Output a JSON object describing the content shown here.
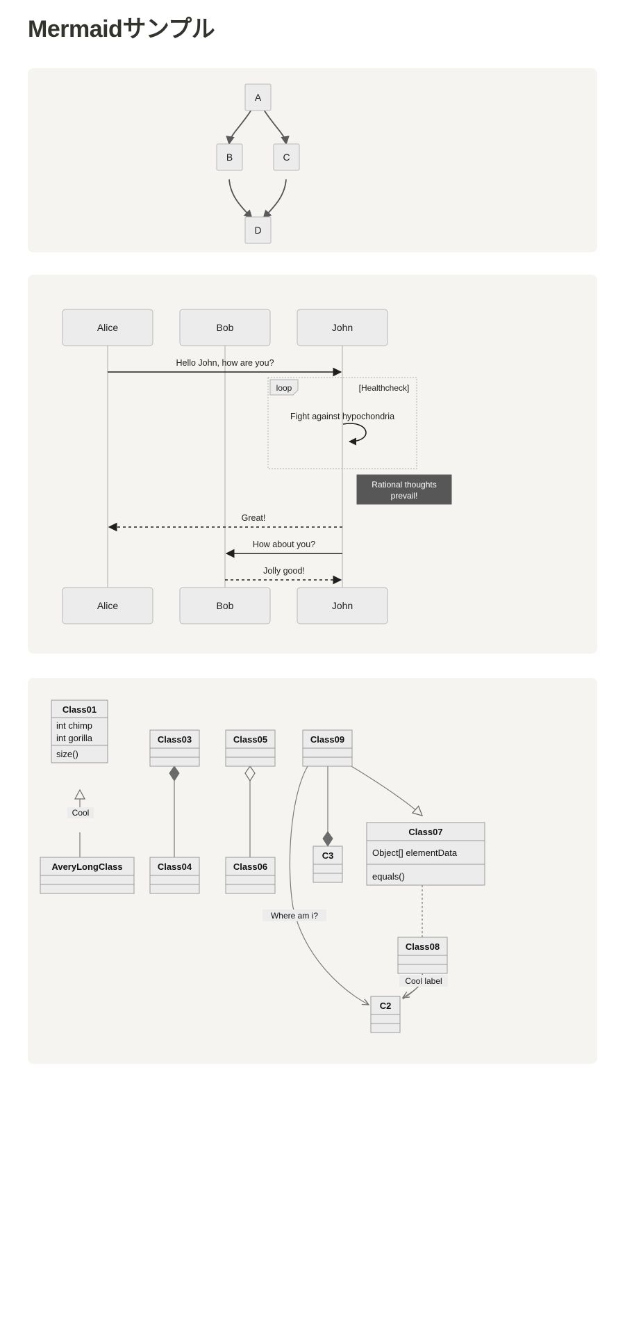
{
  "page": {
    "title": "Mermaidサンプル",
    "background": "#ffffff",
    "panel_background": "#f5f4f0",
    "node_fill": "#ececec",
    "node_stroke": "#b8b8b8",
    "edge_color": "#555555",
    "note_fill": "#575757",
    "note_text_color": "#ffffff"
  },
  "flowchart": {
    "type": "flowchart",
    "direction": "TB",
    "nodes": [
      {
        "id": "A",
        "label": "A"
      },
      {
        "id": "B",
        "label": "B"
      },
      {
        "id": "C",
        "label": "C"
      },
      {
        "id": "D",
        "label": "D"
      }
    ],
    "edges": [
      {
        "from": "A",
        "to": "B",
        "label": ""
      },
      {
        "from": "A",
        "to": "C",
        "label": ""
      },
      {
        "from": "B",
        "to": "D",
        "label": ""
      },
      {
        "from": "C",
        "to": "D",
        "label": ""
      }
    ]
  },
  "sequence": {
    "type": "sequence",
    "actors": [
      {
        "id": "alice",
        "label": "Alice"
      },
      {
        "id": "bob",
        "label": "Bob"
      },
      {
        "id": "john",
        "label": "John"
      }
    ],
    "messages": [
      {
        "from": "alice",
        "to": "john",
        "text": "Hello John, how are you?",
        "style": "solid",
        "direction": "right"
      },
      {
        "from": "john",
        "to": "john",
        "text": "Fight against hypochondria",
        "style": "self",
        "direction": "self"
      },
      {
        "from": "john",
        "to": "alice",
        "text": "Great!",
        "style": "dashed",
        "direction": "left"
      },
      {
        "from": "john",
        "to": "bob",
        "text": "How about you?",
        "style": "solid",
        "direction": "left"
      },
      {
        "from": "bob",
        "to": "john",
        "text": "Jolly good!",
        "style": "dashed",
        "direction": "right"
      }
    ],
    "loop": {
      "keyword": "loop",
      "condition": "[Healthcheck]"
    },
    "note": {
      "line1": "Rational thoughts",
      "line2": "prevail!"
    }
  },
  "classdiagram": {
    "type": "class",
    "classes": [
      {
        "id": "class01",
        "name": "Class01",
        "attributes": [
          "int chimp",
          "int gorilla"
        ],
        "methods": [
          "size()"
        ]
      },
      {
        "id": "averylongclass",
        "name": "AveryLongClass",
        "attributes": [],
        "methods": []
      },
      {
        "id": "class03",
        "name": "Class03",
        "attributes": [],
        "methods": []
      },
      {
        "id": "class04",
        "name": "Class04",
        "attributes": [],
        "methods": []
      },
      {
        "id": "class05",
        "name": "Class05",
        "attributes": [],
        "methods": []
      },
      {
        "id": "class06",
        "name": "Class06",
        "attributes": [],
        "methods": []
      },
      {
        "id": "class09",
        "name": "Class09",
        "attributes": [],
        "methods": []
      },
      {
        "id": "c3",
        "name": "C3",
        "attributes": [],
        "methods": []
      },
      {
        "id": "class07",
        "name": "Class07",
        "attributes": [
          "Object[] elementData"
        ],
        "methods": [
          "equals()"
        ]
      },
      {
        "id": "class08",
        "name": "Class08",
        "attributes": [],
        "methods": []
      },
      {
        "id": "c2",
        "name": "C2",
        "attributes": [],
        "methods": []
      }
    ],
    "relations": [
      {
        "from": "averylongclass",
        "to": "class01",
        "type": "inheritance",
        "label": "Cool"
      },
      {
        "from": "class04",
        "to": "class03",
        "type": "composition",
        "label": ""
      },
      {
        "from": "class06",
        "to": "class05",
        "type": "aggregation",
        "label": ""
      },
      {
        "from": "class09",
        "to": "c2",
        "type": "association",
        "label": "Where am i?"
      },
      {
        "from": "class09",
        "to": "c3",
        "type": "composition",
        "label": ""
      },
      {
        "from": "class09",
        "to": "class07",
        "type": "inheritance",
        "label": ""
      },
      {
        "from": "class07",
        "to": "class08",
        "type": "dependency",
        "label": ""
      },
      {
        "from": "class08",
        "to": "c2",
        "type": "association",
        "label": "Cool label"
      }
    ]
  }
}
